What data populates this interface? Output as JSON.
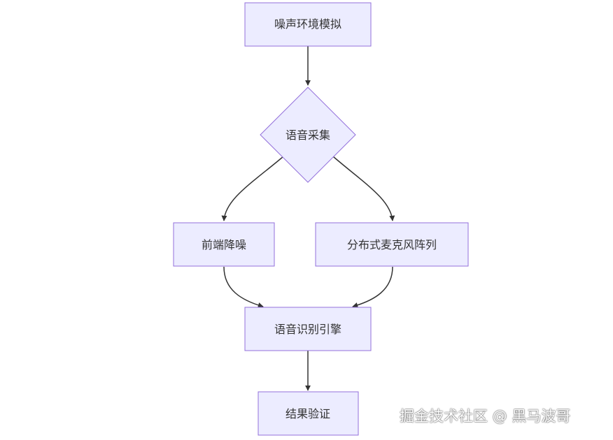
{
  "nodes": {
    "noise_sim": "噪声环境模拟",
    "voice_capture": "语音采集",
    "frontend_denoise": "前端降噪",
    "mic_array": "分布式麦克风阵列",
    "asr_engine": "语音识别引擎",
    "result_verify": "结果验证"
  },
  "watermark": "掘金技术社区 @ 黑马波哥",
  "colors": {
    "node_fill": "#ECECFF",
    "node_stroke": "#9370DB",
    "edge": "#333333",
    "text": "#333333"
  }
}
